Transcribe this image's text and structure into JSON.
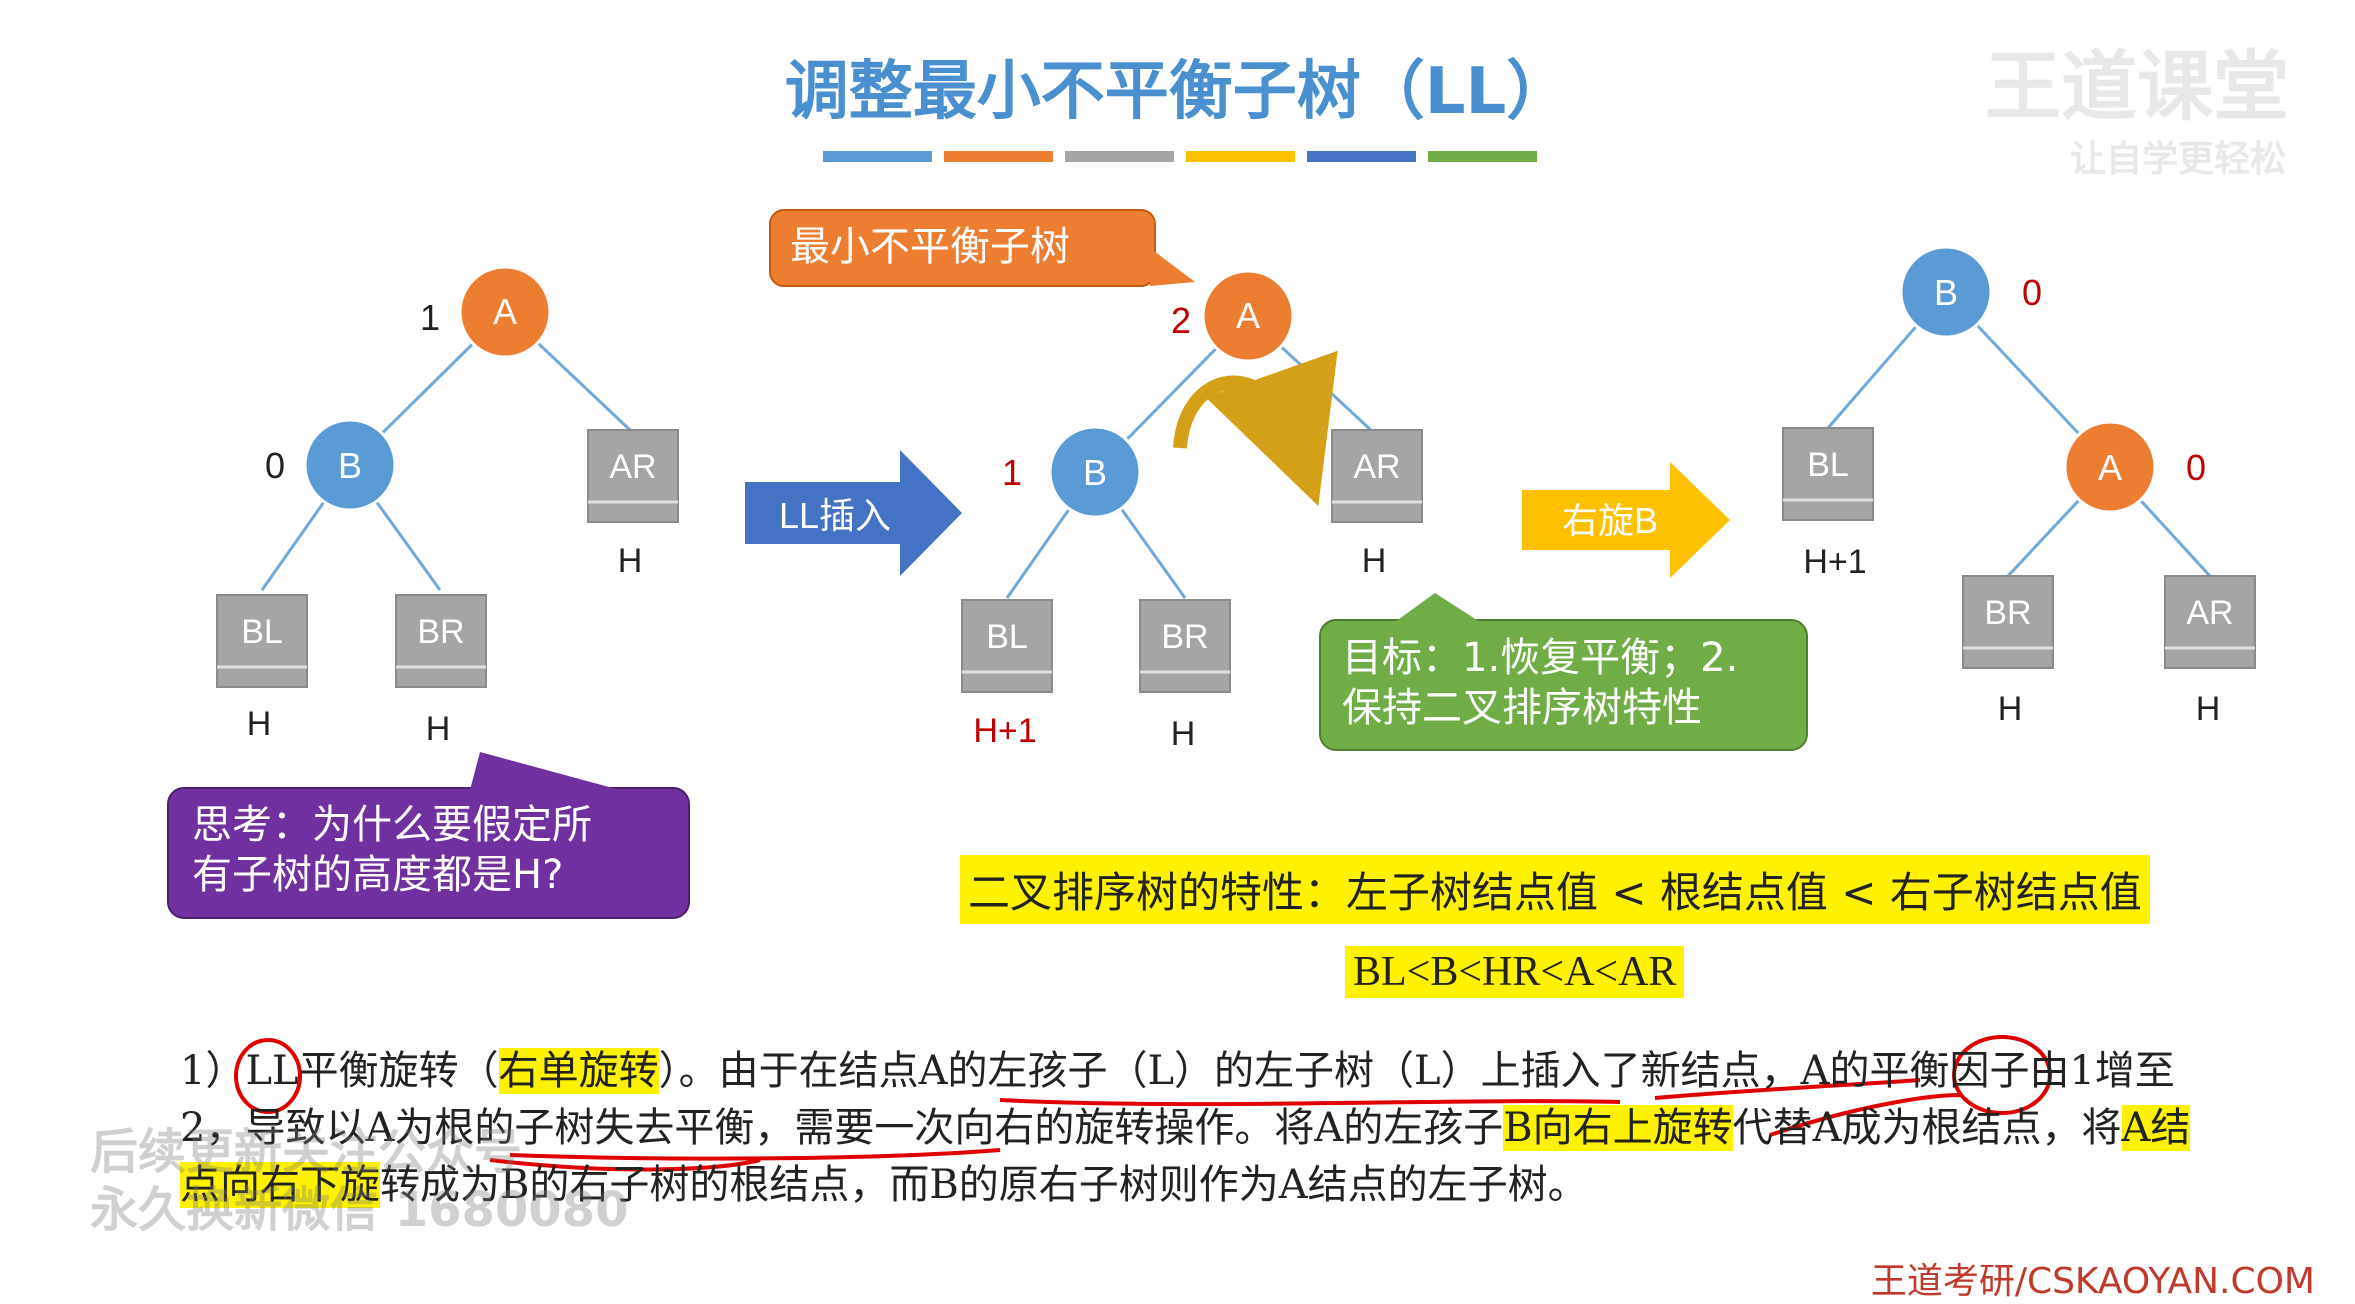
{
  "title": "调整最小不平衡子树（LL）",
  "title_bar_colors": [
    "#5b9bd5",
    "#ed7d31",
    "#a5a5a5",
    "#ffc000",
    "#4472c4",
    "#70ad47"
  ],
  "colors": {
    "orange_node": "#ed7d31",
    "blue_node": "#5b9bd5",
    "gray_box": "#a5a5a5",
    "red_text": "#c00000"
  },
  "trees": {
    "tree1": {
      "A": {
        "label": "A",
        "bf": "1"
      },
      "B": {
        "label": "B",
        "bf": "0"
      },
      "BL": {
        "label": "BL",
        "h": "H"
      },
      "BR": {
        "label": "BR",
        "h": "H"
      },
      "AR": {
        "label": "AR",
        "h": "H"
      }
    },
    "tree2": {
      "A": {
        "label": "A",
        "bf": "2"
      },
      "B": {
        "label": "B",
        "bf": "1"
      },
      "BL": {
        "label": "BL",
        "h": "H+1"
      },
      "BR": {
        "label": "BR",
        "h": "H"
      },
      "AR": {
        "label": "AR",
        "h": "H"
      }
    },
    "tree3": {
      "B": {
        "label": "B",
        "bf": "0"
      },
      "A": {
        "label": "A",
        "bf": "0"
      },
      "BL": {
        "label": "BL",
        "h": "H+1"
      },
      "BR": {
        "label": "BR",
        "h": "H"
      },
      "AR": {
        "label": "AR",
        "h": "H"
      }
    }
  },
  "arrows": {
    "ll_insert": "LL插入",
    "rotate_right": "右旋B"
  },
  "callouts": {
    "min_unbalanced": "最小不平衡子树",
    "goal_line1": "目标：1.恢复平衡；2.",
    "goal_line2": "保持二叉排序树特性",
    "think_line1": "思考：为什么要假定所",
    "think_line2": "有子树的高度都是H?"
  },
  "rule": "二叉排序树的特性：左子树结点值 < 根结点值 < 右子树结点值",
  "expr": "BL<B<HR<A<AR",
  "paragraph": {
    "p1": "1）LL平衡旋转（",
    "p2": "右单旋转",
    "p3": "）。由于在结点A的左孩子（L）的左子树（L）上插入了新结点，A的平衡因子由1增至2，导致以A为根的子树失去平衡，需要一次向右的旋转操作。将A的左孩子",
    "p4": "B向右上旋转",
    "p5": "代替A成为根结点，将",
    "p6": "A结点向右下旋",
    "p7": "转成为B的右子树的根结点，而B的原右子树则作为A结点的左子树。"
  },
  "watermarks": {
    "top_right_1": "王道课堂",
    "top_right_2": "让自学更轻松",
    "left_1": "后续更新关注公众号",
    "left_2": "永久换新微信 1680080"
  },
  "footer": "王道考研/CSKAOYAN.COM"
}
